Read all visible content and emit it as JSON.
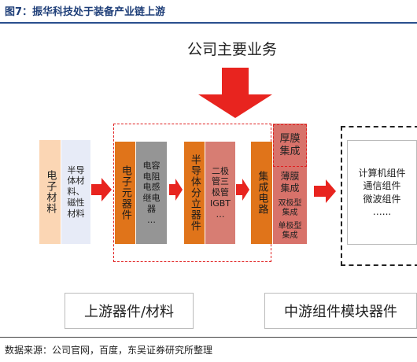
{
  "figure_title": "图7：振华科技处于装备产业链上游",
  "main_title": "公司主要业务",
  "upstream_materials": {
    "label": "电子材料",
    "details": "半导\n体材\n料、\n磁性\n材料"
  },
  "electronic_components": {
    "label": "电子元器件",
    "details": "电容\n电阻\n电感\n继电\n器\n…"
  },
  "discrete_devices": {
    "label": "半导体分立器件",
    "details": "二极\n管三\n极管\nIGBT\n…"
  },
  "integrated_circuits": {
    "label": "集成电路",
    "thick_film": "厚膜\n集成",
    "thin_film": "薄膜\n集成",
    "bipolar": "双极型\n集成",
    "unipolar": "单极型\n集成"
  },
  "midstream_modules": {
    "details": "计算机组件\n通信组件\n微波组件\n…..."
  },
  "stages": {
    "upstream": "上游器件/材料",
    "midstream": "中游组件模块器件"
  },
  "source": "数据来源：公司官网，百度，东吴证券研究所整理",
  "colors": {
    "arrow_red": "#e8241f",
    "orange": "#e0741a",
    "gray": "#959595",
    "rose": "#d77d73",
    "peach": "#fbd6b4",
    "pale_blue": "#e7ebf7"
  }
}
